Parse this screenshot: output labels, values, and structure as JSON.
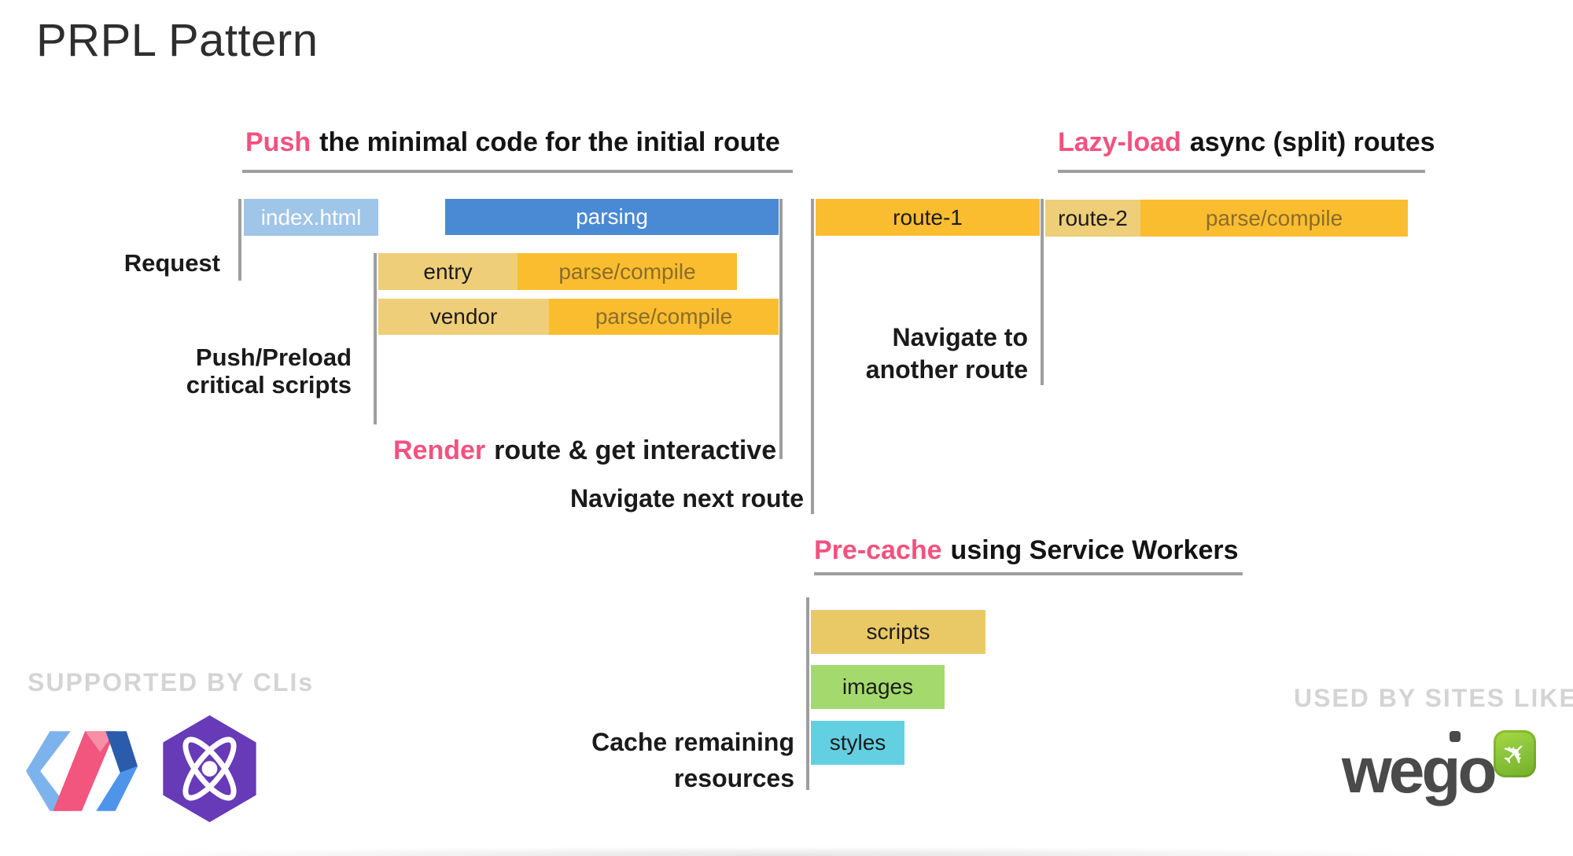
{
  "title": "PRPL Pattern",
  "headings": {
    "push": {
      "accent": "Push",
      "rest": "the minimal code for the initial route"
    },
    "lazy": {
      "accent": "Lazy-load",
      "rest": "async (split) routes"
    },
    "precache": {
      "accent": "Pre-cache",
      "rest": "using Service Workers"
    },
    "render": {
      "accent": "Render",
      "rest": "route & get interactive"
    }
  },
  "labels": {
    "request": "Request",
    "push_preload_line1": "Push/Preload",
    "push_preload_line2": "critical scripts",
    "navigate_next": "Navigate next route",
    "navigate_another_line1": "Navigate to",
    "navigate_another_line2": "another route",
    "cache_line1": "Cache remaining",
    "cache_line2": "resources"
  },
  "bars": {
    "index_html": "index.html",
    "parsing": "parsing",
    "entry": "entry",
    "entry_parse": "parse/compile",
    "vendor": "vendor",
    "vendor_parse": "parse/compile",
    "route1": "route-1",
    "route2": "route-2",
    "route2_parse": "parse/compile",
    "scripts": "scripts",
    "images": "images",
    "styles": "styles"
  },
  "footer": {
    "supported_by": "SUPPORTED BY CLIs",
    "used_by": "USED BY SITES LIKE",
    "wego": "wego"
  },
  "colors": {
    "accent_pink": "#f2527f",
    "bar_blue": "#4a8ad4",
    "bar_light_blue": "#9fc5e8",
    "bar_orange": "#fbbd30",
    "bar_light_yellow": "#eece79",
    "bar_tan": "#e8c966",
    "bar_green": "#a4da6d",
    "bar_cyan": "#63d0e2",
    "line_gray": "#9e9e9e",
    "muted_label_gray": "#d4d4d4",
    "parse_label_brown": "#8a6d28",
    "preact_purple": "#673ab8",
    "wego_green": "#8cc63e",
    "wego_dark": "#4a4a4a"
  }
}
